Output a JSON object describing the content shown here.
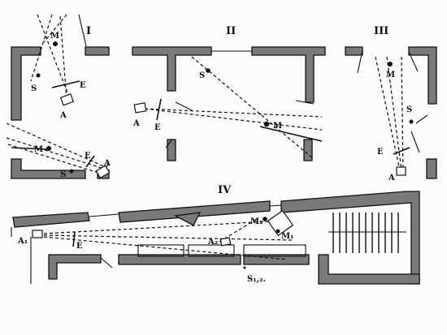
{
  "panels": {
    "p1": {
      "roman": "I",
      "labels": {
        "M": "M",
        "S": "S",
        "E": "E",
        "A": "A",
        "M2": "M",
        "E2": "E",
        "S2": "S",
        "A2": "A"
      }
    },
    "p2": {
      "roman": "II",
      "labels": {
        "S": "S",
        "M": "M",
        "A": "A",
        "E": "E"
      }
    },
    "p3": {
      "roman": "III",
      "labels": {
        "M": "M",
        "S": "S",
        "E": "E",
        "A": "A"
      }
    },
    "p4": {
      "roman": "IV",
      "labels": {
        "A1": "A₁",
        "E": "E",
        "M2": "M₂",
        "A2": "A₂",
        "M1": "M₁",
        "S12": "S₁,₂."
      }
    }
  }
}
